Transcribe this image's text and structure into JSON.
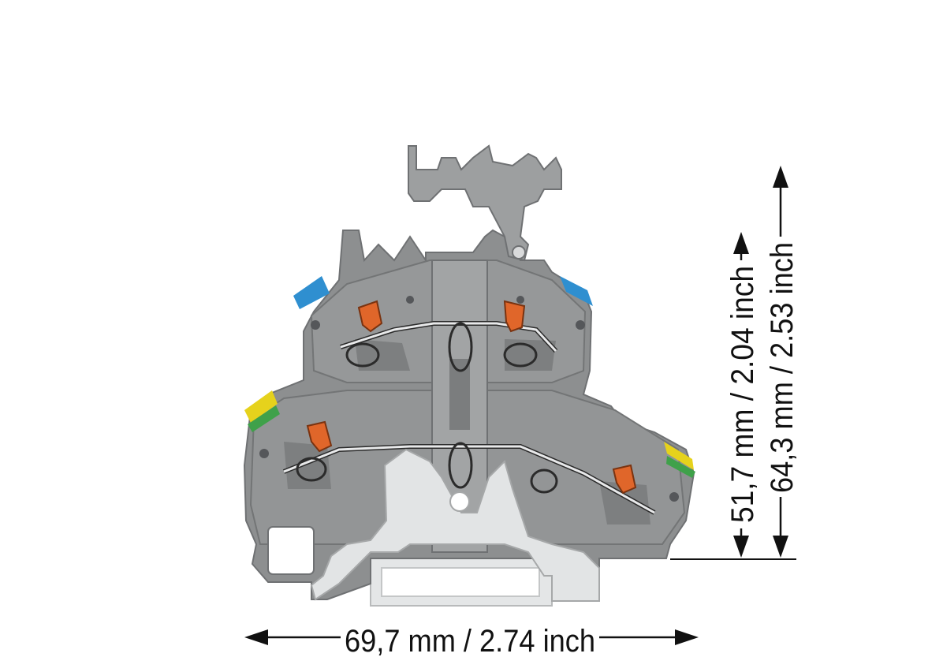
{
  "dimensions": {
    "width_label": "69,7 mm / 2.74 inch",
    "height_upper_label": "51,7 mm / 2.04 inch",
    "height_total_label": "64,3 mm / 2.53 inch"
  },
  "colors": {
    "housing": "#8d8f90",
    "housing_dark": "#6f7173",
    "housing_light": "#a2a4a5",
    "rail": "#d2d4d5",
    "lever": "#e0662a",
    "marker_blue": "#2f8fd0",
    "marker_yellow": "#e6d21c",
    "marker_green": "#3fa14a",
    "dimension_line": "#111111"
  },
  "icons": {
    "arrow": "filled-triangle-arrowhead"
  }
}
